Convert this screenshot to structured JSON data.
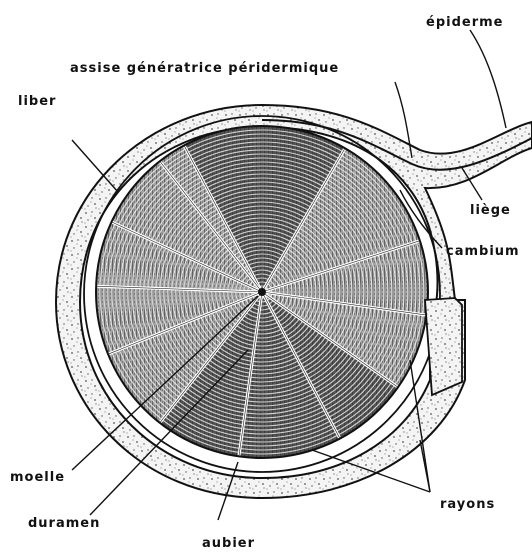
{
  "labels": {
    "epiderme": "épiderme",
    "assise": "assise génératrice péridermique",
    "liber": "liber",
    "liege": "liège",
    "cambium": "cambium",
    "moelle": "moelle",
    "duramen": "duramen",
    "aubier": "aubier",
    "rayons": "rayons"
  },
  "colors": {
    "ink": "#111111",
    "heartwood": "#3a3a3a",
    "sapwood": "#6e6e6e",
    "bark_speckle": "#555555",
    "background": "#ffffff"
  }
}
